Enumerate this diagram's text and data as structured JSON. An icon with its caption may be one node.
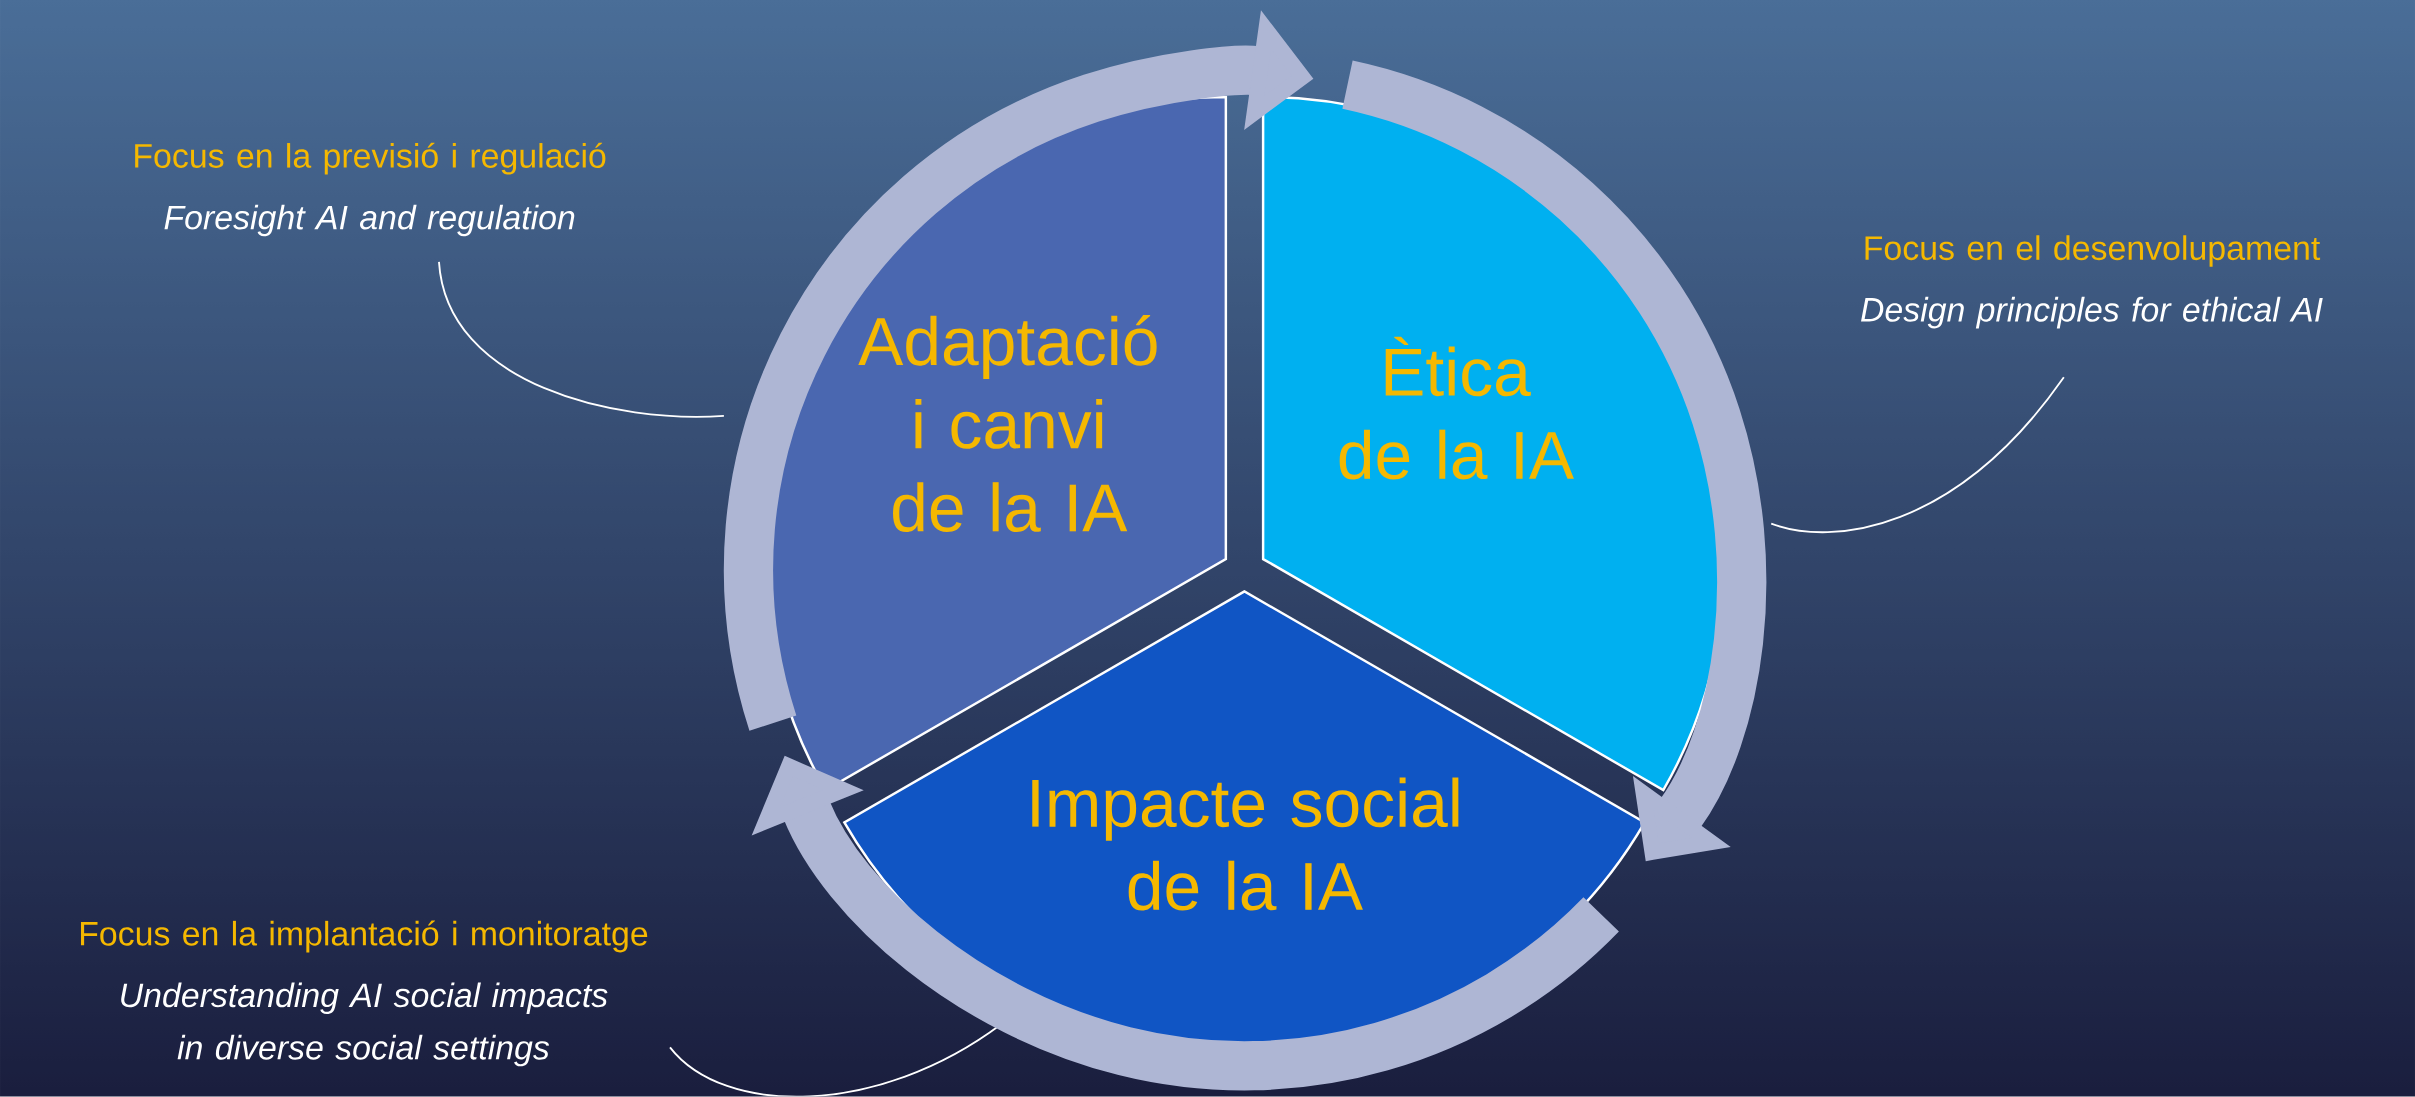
{
  "diagram": {
    "nodes": [
      {
        "text": [
          "Focus en la previsió i regulació",
          "Foresight AI and regulation"
        ]
      },
      {
        "text": [
          "Adaptació i canvi de la IA"
        ]
      },
      {
        "text": [
          "Ètica de la IA"
        ]
      },
      {
        "text": [
          "Impacte social de la IA"
        ]
      },
      {
        "text": [
          "Focus en el desenvolupament",
          "Design principles for ethical AI"
        ]
      },
      {
        "text": [
          "Focus en la implantació i monitoratge",
          "Understanding AI social impacts in diverse social settings"
        ]
      }
    ],
    "edges": [
      {
        "from": 0,
        "to": 1,
        "arrow": "none"
      },
      {
        "from": 4,
        "to": 2,
        "arrow": "none"
      },
      {
        "from": 5,
        "to": 3,
        "arrow": "none"
      },
      {
        "from": 1,
        "to": 2,
        "arrow": "to",
        "style": "thick",
        "color": "#aeb6d4"
      },
      {
        "from": 2,
        "to": 3,
        "arrow": "to",
        "style": "thick",
        "color": "#aeb6d4"
      },
      {
        "from": 3,
        "to": 1,
        "arrow": "to",
        "style": "thick",
        "color": "#aeb6d4"
      }
    ]
  }
}
